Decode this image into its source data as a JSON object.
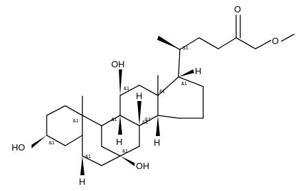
{
  "atoms": {
    "ho_c3": "HO",
    "oh_c7": "OH",
    "oh_c12": "OH",
    "ester_o_carbonyl": "O",
    "ester_o_ether": "O",
    "h_c5": "H",
    "h_c8": "H",
    "h_c9": "H",
    "h_c14": "H",
    "h_c17": "H"
  },
  "stereo_label": "&1"
}
